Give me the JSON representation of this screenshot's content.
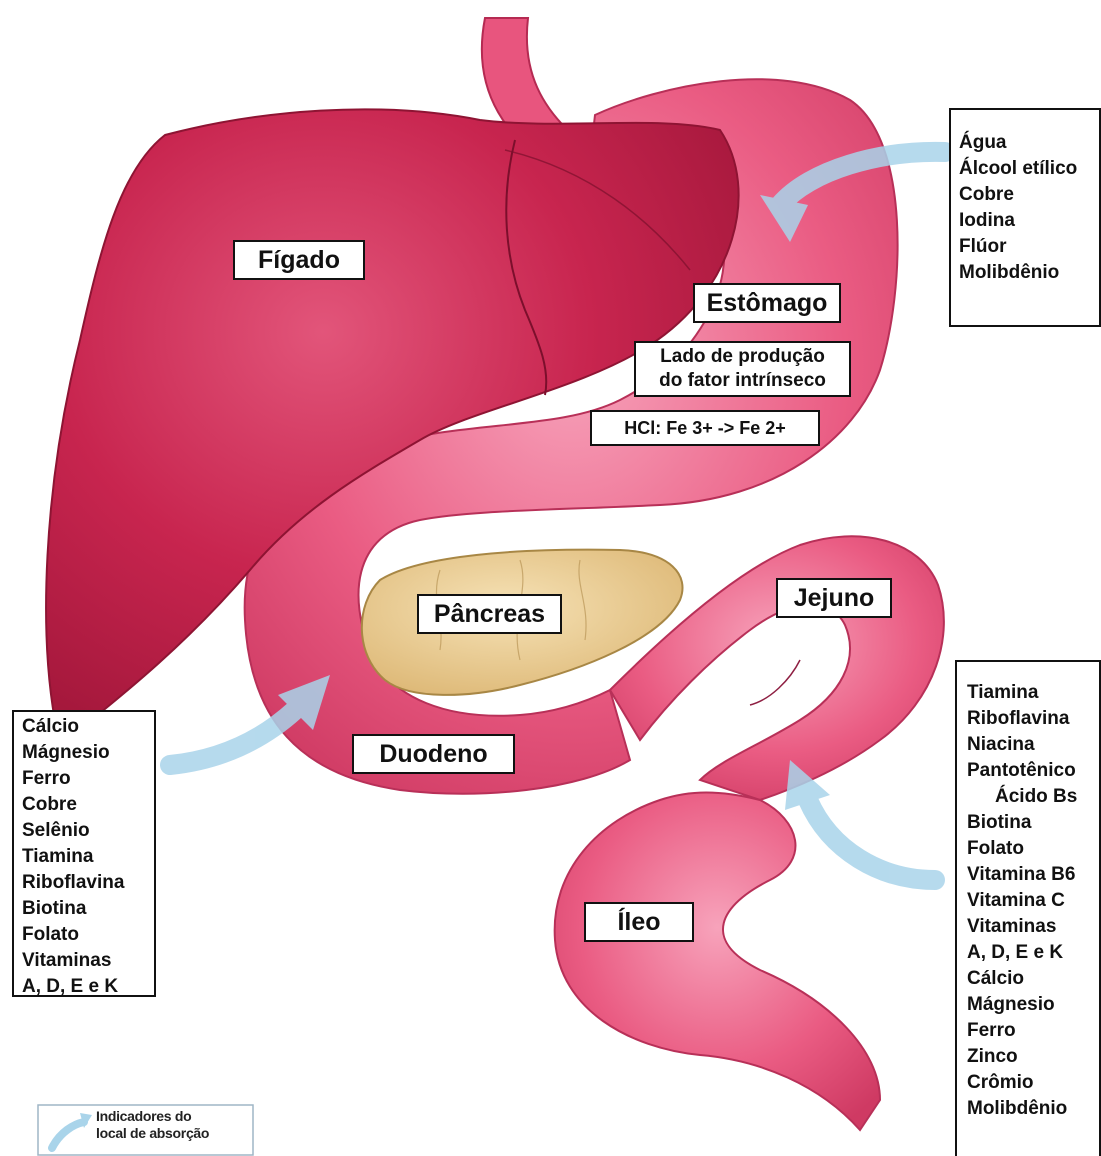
{
  "labels": {
    "liver": "Fígado",
    "stomach": "Estômago",
    "intrinsic_factor_line1": "Lado de produção",
    "intrinsic_factor_line2": "do fator intrínseco",
    "hcl": "HCl: Fe 3+ -> Fe 2+",
    "pancreas": "Pâncreas",
    "jejunum": "Jejuno",
    "duodenum": "Duodeno",
    "ileum": "Íleo"
  },
  "stomach_absorption": [
    "Água",
    "Álcool etílico",
    "Cobre",
    "Iodina",
    "Flúor",
    "Molibdênio"
  ],
  "duodenum_absorption": [
    "Cálcio",
    "Mágnesio",
    "Ferro",
    "Cobre",
    "Selênio",
    "Tiamina",
    "Riboflavina",
    "Biotina",
    "Folato",
    "Vitaminas",
    "A, D, E e K"
  ],
  "jejunum_ileum_absorption": [
    "Tiamina",
    "Riboflavina",
    "Niacina",
    "Pantotênico",
    "Ácido Bs",
    "Biotina",
    "Folato",
    "Vitamina B6",
    "Vitamina C",
    "Vitaminas",
    "A, D, E e K",
    "Cálcio",
    "Mágnesio",
    "Ferro",
    "Zinco",
    "Crômio",
    "Molibdênio"
  ],
  "legend": {
    "line1": "Indicadores do",
    "line2": "local de absorção"
  },
  "colors": {
    "liver": "#c8254f",
    "intestine": "#e8557e",
    "pancreas": "#ecd096",
    "arrow": "#a9d4ea"
  }
}
